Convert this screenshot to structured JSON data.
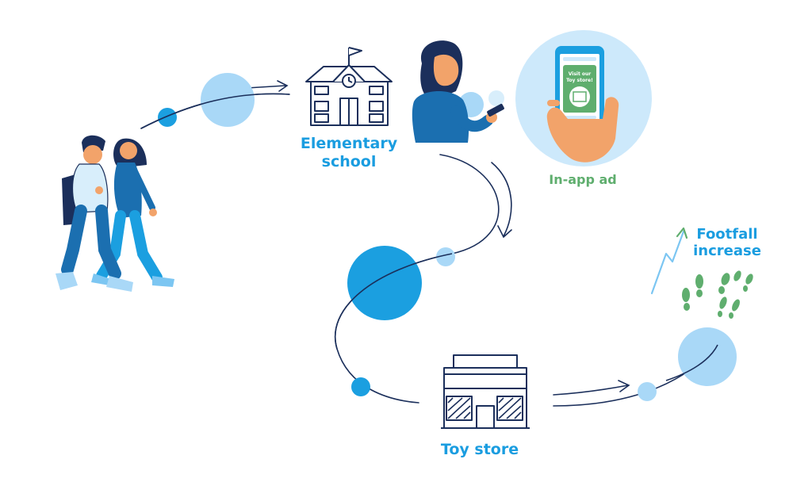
{
  "labels": {
    "school": [
      "Elementary",
      "school"
    ],
    "ad": "In-app ad",
    "store": "Toy store",
    "footfall": [
      "Footfall",
      "increase"
    ],
    "ad_banner": [
      "Visit our",
      "Toy store!"
    ]
  },
  "colors": {
    "blue_label": "#1a9de0",
    "green_label": "#5fae6e",
    "light_bubble": "#a9d8f7",
    "mid_bubble": "#1b9fe0",
    "line": "#1b2f5b",
    "footprint": "#5fae6e",
    "skin": "#f2a36a"
  },
  "icons": [
    "walking-students-icon",
    "school-building-icon",
    "woman-with-phone-icon",
    "phone-ad-icon",
    "toy-store-icon",
    "footprints-icon",
    "growth-arrow-icon"
  ]
}
